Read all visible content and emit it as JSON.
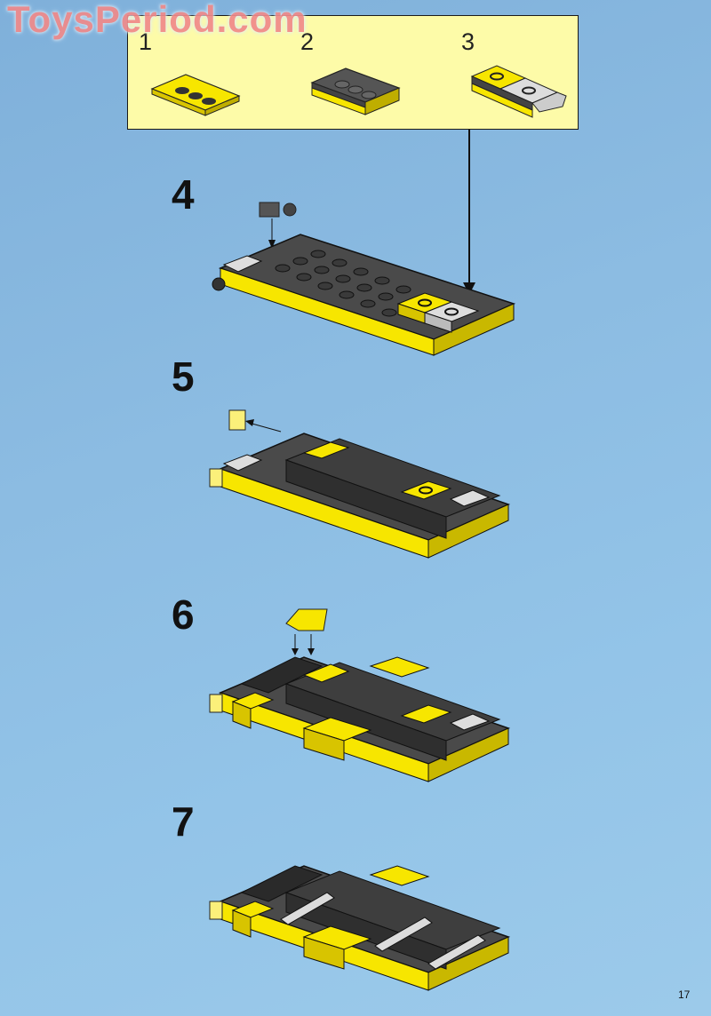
{
  "watermark": "ToysPeriod.com",
  "subassembly": {
    "steps": [
      {
        "number": "1",
        "description": "Yellow 1x3 plate"
      },
      {
        "number": "2",
        "description": "Dark gray 1x3 plate on yellow plate"
      },
      {
        "number": "3",
        "description": "Yellow and light gray plate with clip"
      }
    ]
  },
  "steps": [
    {
      "number": "4",
      "description": "Attach gray clip piece and sub-assembly to dark gray base plate"
    },
    {
      "number": "5",
      "description": "Add yellow tile to front and dark gray brick walls"
    },
    {
      "number": "6",
      "description": "Add yellow slope bricks"
    },
    {
      "number": "7",
      "description": "Attach light gray bars with clips"
    }
  ],
  "page_number": "17",
  "colors": {
    "background": "#8cbce2",
    "panel": "#fdfba8",
    "yellow": "#f7e600",
    "dark_gray": "#4a4a4a",
    "light_gray": "#d8d8d8"
  }
}
